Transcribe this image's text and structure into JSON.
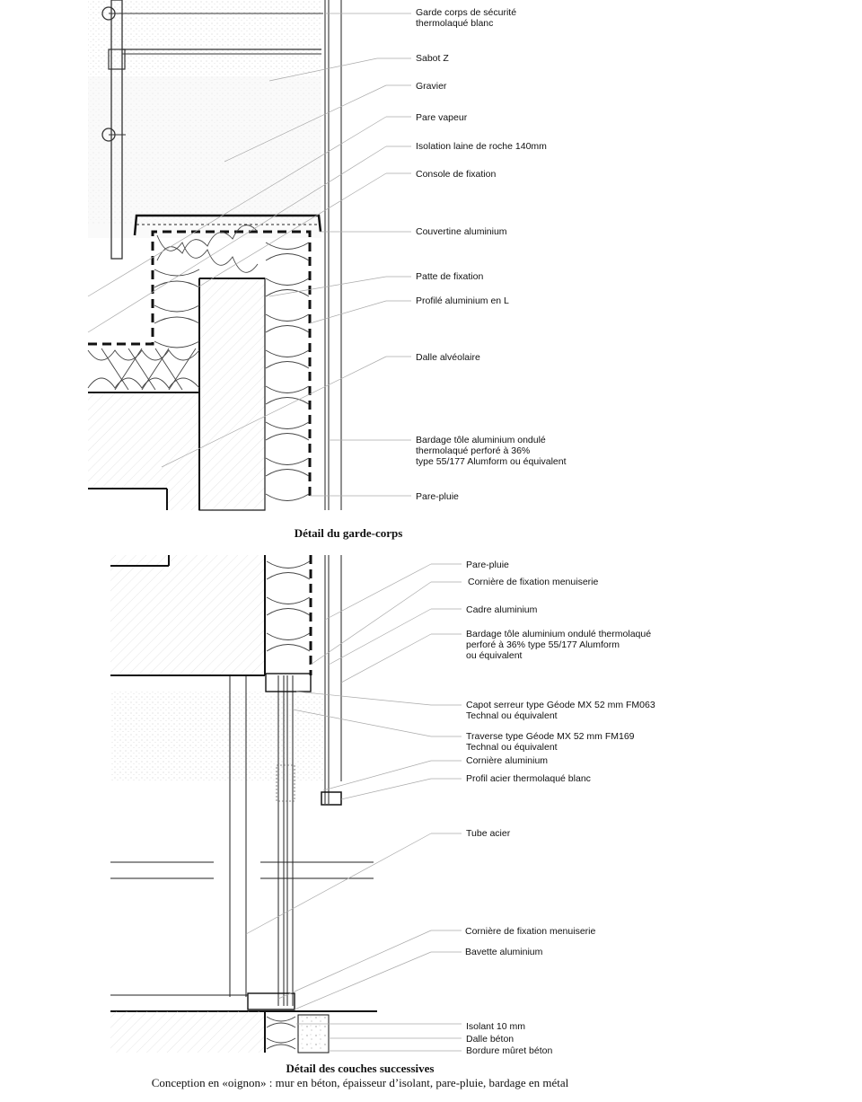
{
  "section_top": {
    "caption": "Détail du garde-corps",
    "labels": [
      {
        "id": "garde-corps",
        "lines": [
          "Garde corps de sécurité",
          "thermolaqué blanc"
        ]
      },
      {
        "id": "sabot-z",
        "lines": [
          "Sabot Z"
        ]
      },
      {
        "id": "gravier",
        "lines": [
          "Gravier"
        ]
      },
      {
        "id": "pare-vapeur",
        "lines": [
          "Pare vapeur"
        ]
      },
      {
        "id": "isolation",
        "lines": [
          "Isolation laine de roche 140mm"
        ]
      },
      {
        "id": "console",
        "lines": [
          "Console de fixation"
        ]
      },
      {
        "id": "couvertine",
        "lines": [
          "Couvertine aluminium"
        ]
      },
      {
        "id": "patte",
        "lines": [
          "Patte de fixation"
        ]
      },
      {
        "id": "profile-l",
        "lines": [
          "Profilé aluminium en L"
        ]
      },
      {
        "id": "dalle-alveolaire",
        "lines": [
          "Dalle alvéolaire"
        ]
      },
      {
        "id": "bardage",
        "lines": [
          "Bardage tôle aluminium ondulé",
          "thermolaqué perforé à 36%",
          "type 55/177 Alumform ou équivalent"
        ]
      },
      {
        "id": "pare-pluie",
        "lines": [
          "Pare-pluie"
        ]
      }
    ]
  },
  "section_bottom": {
    "caption": "Détail des couches successives",
    "subcaption": "Conception en «oignon» : mur en béton, épaisseur d’isolant, pare-pluie, bardage en métal",
    "labels": [
      {
        "id": "pare-pluie-2",
        "lines": [
          "Pare-pluie"
        ]
      },
      {
        "id": "corniere-menuiserie",
        "lines": [
          "Cornière de fixation menuiserie"
        ]
      },
      {
        "id": "cadre",
        "lines": [
          "Cadre aluminium"
        ]
      },
      {
        "id": "bardage-2",
        "lines": [
          "Bardage tôle aluminium ondulé thermolaqué",
          "perforé à 36% type 55/177 Alumform",
          "ou équivalent"
        ]
      },
      {
        "id": "capot",
        "lines": [
          "Capot serreur  type Géode MX 52 mm FM063",
          "Technal ou équivalent"
        ]
      },
      {
        "id": "traverse",
        "lines": [
          "Traverse type Géode MX 52 mm FM169",
          "Technal ou équivalent"
        ]
      },
      {
        "id": "corniere-alu",
        "lines": [
          "Cornière aluminium"
        ]
      },
      {
        "id": "profil-acier",
        "lines": [
          "Profil acier thermolaqué blanc"
        ]
      },
      {
        "id": "tube-acier",
        "lines": [
          "Tube acier"
        ]
      },
      {
        "id": "corniere-menuiserie-2",
        "lines": [
          "Cornière de fixation menuiserie"
        ]
      },
      {
        "id": "bavette",
        "lines": [
          "Bavette aluminium"
        ]
      },
      {
        "id": "isolant-10",
        "lines": [
          "Isolant 10 mm"
        ]
      },
      {
        "id": "dalle-beton",
        "lines": [
          "Dalle béton"
        ]
      },
      {
        "id": "bordure",
        "lines": [
          "Bordure mûret béton"
        ]
      }
    ]
  }
}
